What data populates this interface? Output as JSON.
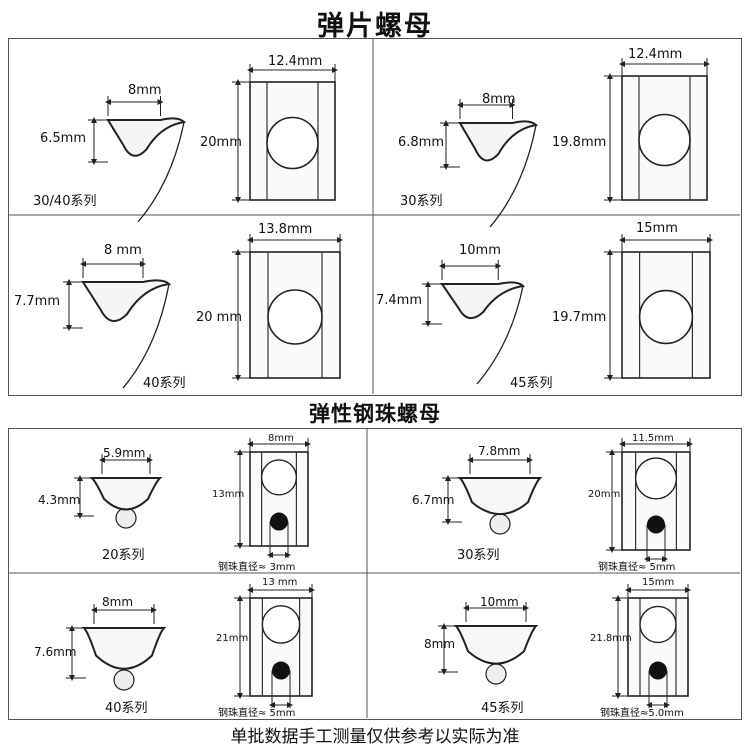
{
  "titles": {
    "spring_nut": "弹片螺母",
    "ball_nut": "弹性钢珠螺母",
    "footer": "单批数据手工测量仅供参考以实际为准"
  },
  "spring_panels": [
    {
      "width": "8mm",
      "height": "6.5mm",
      "plate_width": "12.4mm",
      "plate_height": "20mm",
      "series": "30/40系列"
    },
    {
      "width": "8mm",
      "height": "6.8mm",
      "plate_width": "12.4mm",
      "plate_height": "19.8mm",
      "series": "30系列"
    },
    {
      "width": "8 mm",
      "height": "7.7mm",
      "plate_width": "13.8mm",
      "plate_height": "20 mm",
      "series": "40系列"
    },
    {
      "width": "10mm",
      "height": "7.4mm",
      "plate_width": "15mm",
      "plate_height": "19.7mm",
      "series": "45系列"
    }
  ],
  "ball_panels": [
    {
      "width": "5.9mm",
      "height": "4.3mm",
      "plate_width": "8mm",
      "plate_height": "13mm",
      "series": "20系列",
      "ball": "钢珠直径≈ 3mm"
    },
    {
      "width": "7.8mm",
      "height": "6.7mm",
      "plate_width": "11.5mm",
      "plate_height": "20mm",
      "series": "30系列",
      "ball": "钢珠直径≈ 5mm"
    },
    {
      "width": "8mm",
      "height": "7.6mm",
      "plate_width": "13 mm",
      "plate_height": "21mm",
      "series": "40系列",
      "ball": "钢珠直径≈ 5mm"
    },
    {
      "width": "10mm",
      "height": "8mm",
      "plate_width": "15mm",
      "plate_height": "21.8mm",
      "series": "45系列",
      "ball": "钢珠直径≈5.0mm"
    }
  ]
}
